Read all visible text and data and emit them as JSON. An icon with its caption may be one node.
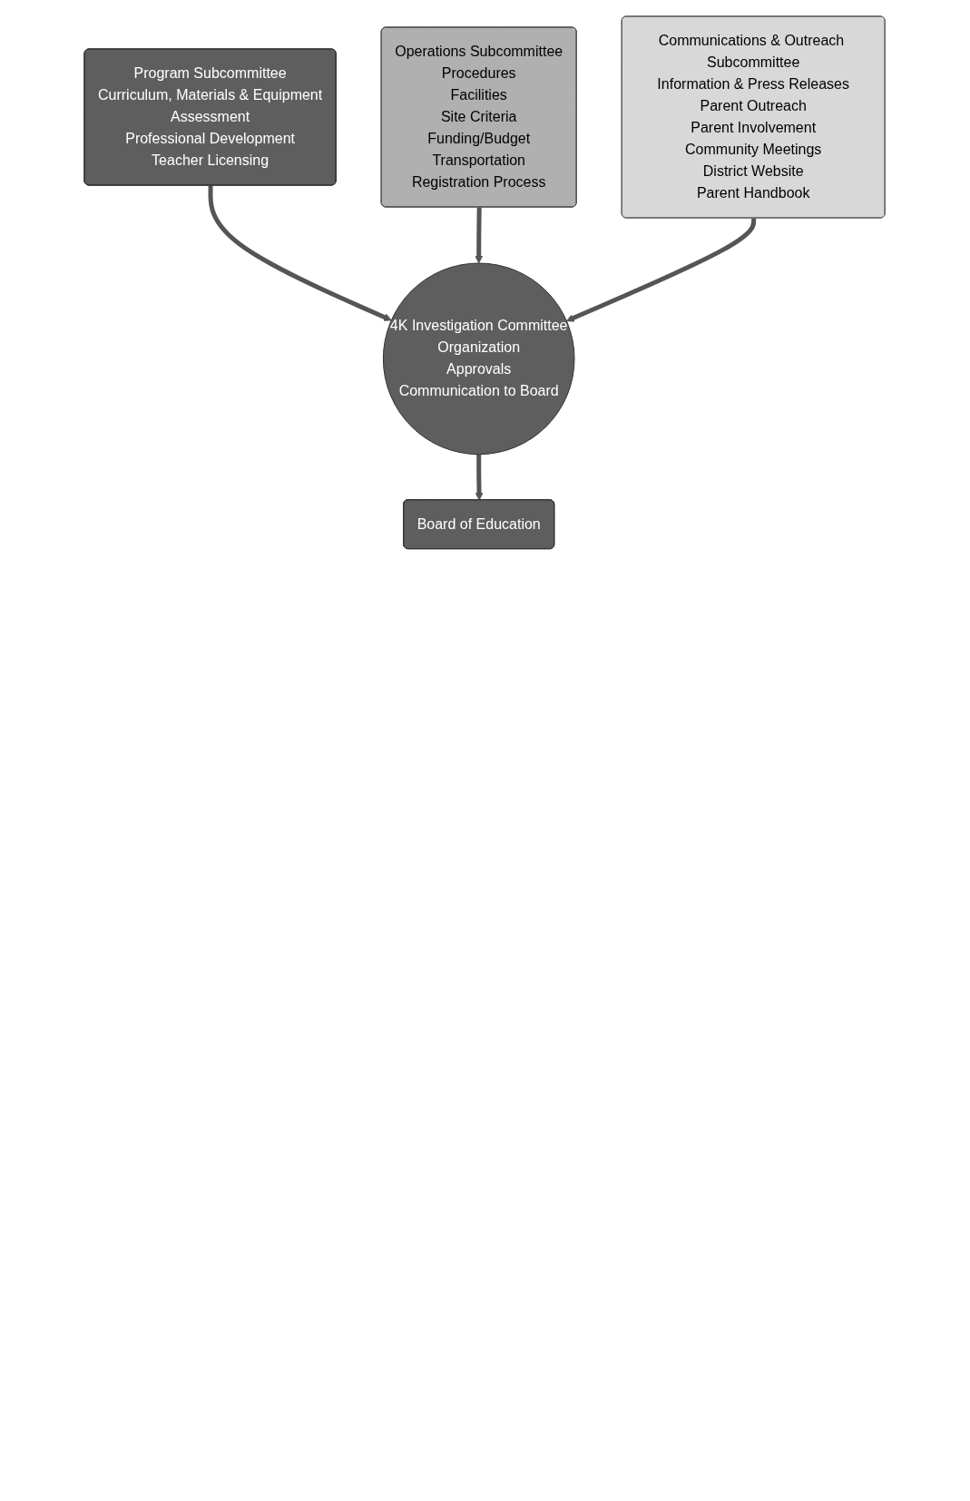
{
  "diagram": {
    "nodes": [
      {
        "text": [
          "Program Subcommittee",
          "Curriculum, Materials & Equipment",
          "Assessment",
          "Professional Development",
          "Teacher Licensing"
        ]
      },
      {
        "text": [
          "Operations Subcommittee",
          "Procedures",
          "Facilities",
          "Site Criteria",
          "Funding/Budget",
          "Transportation",
          "Registration Process"
        ]
      },
      {
        "text": [
          "Communications & Outreach Subcommittee",
          "Information & Press Releases",
          "Parent Outreach",
          "Parent Involvement",
          "Community Meetings",
          "District Website",
          "Parent Handbook"
        ]
      },
      {
        "text": [
          "4K Investigation Committee",
          "Organization",
          "Approvals",
          "Communication to Board"
        ]
      },
      {
        "text": [
          "Board of Education"
        ]
      }
    ],
    "edges": [
      {
        "from": 0,
        "to": 3,
        "arrow": "to"
      },
      {
        "from": 1,
        "to": 3,
        "arrow": "to"
      },
      {
        "from": 2,
        "to": 3,
        "arrow": "to"
      },
      {
        "from": 3,
        "to": 4,
        "arrow": "to"
      }
    ]
  }
}
